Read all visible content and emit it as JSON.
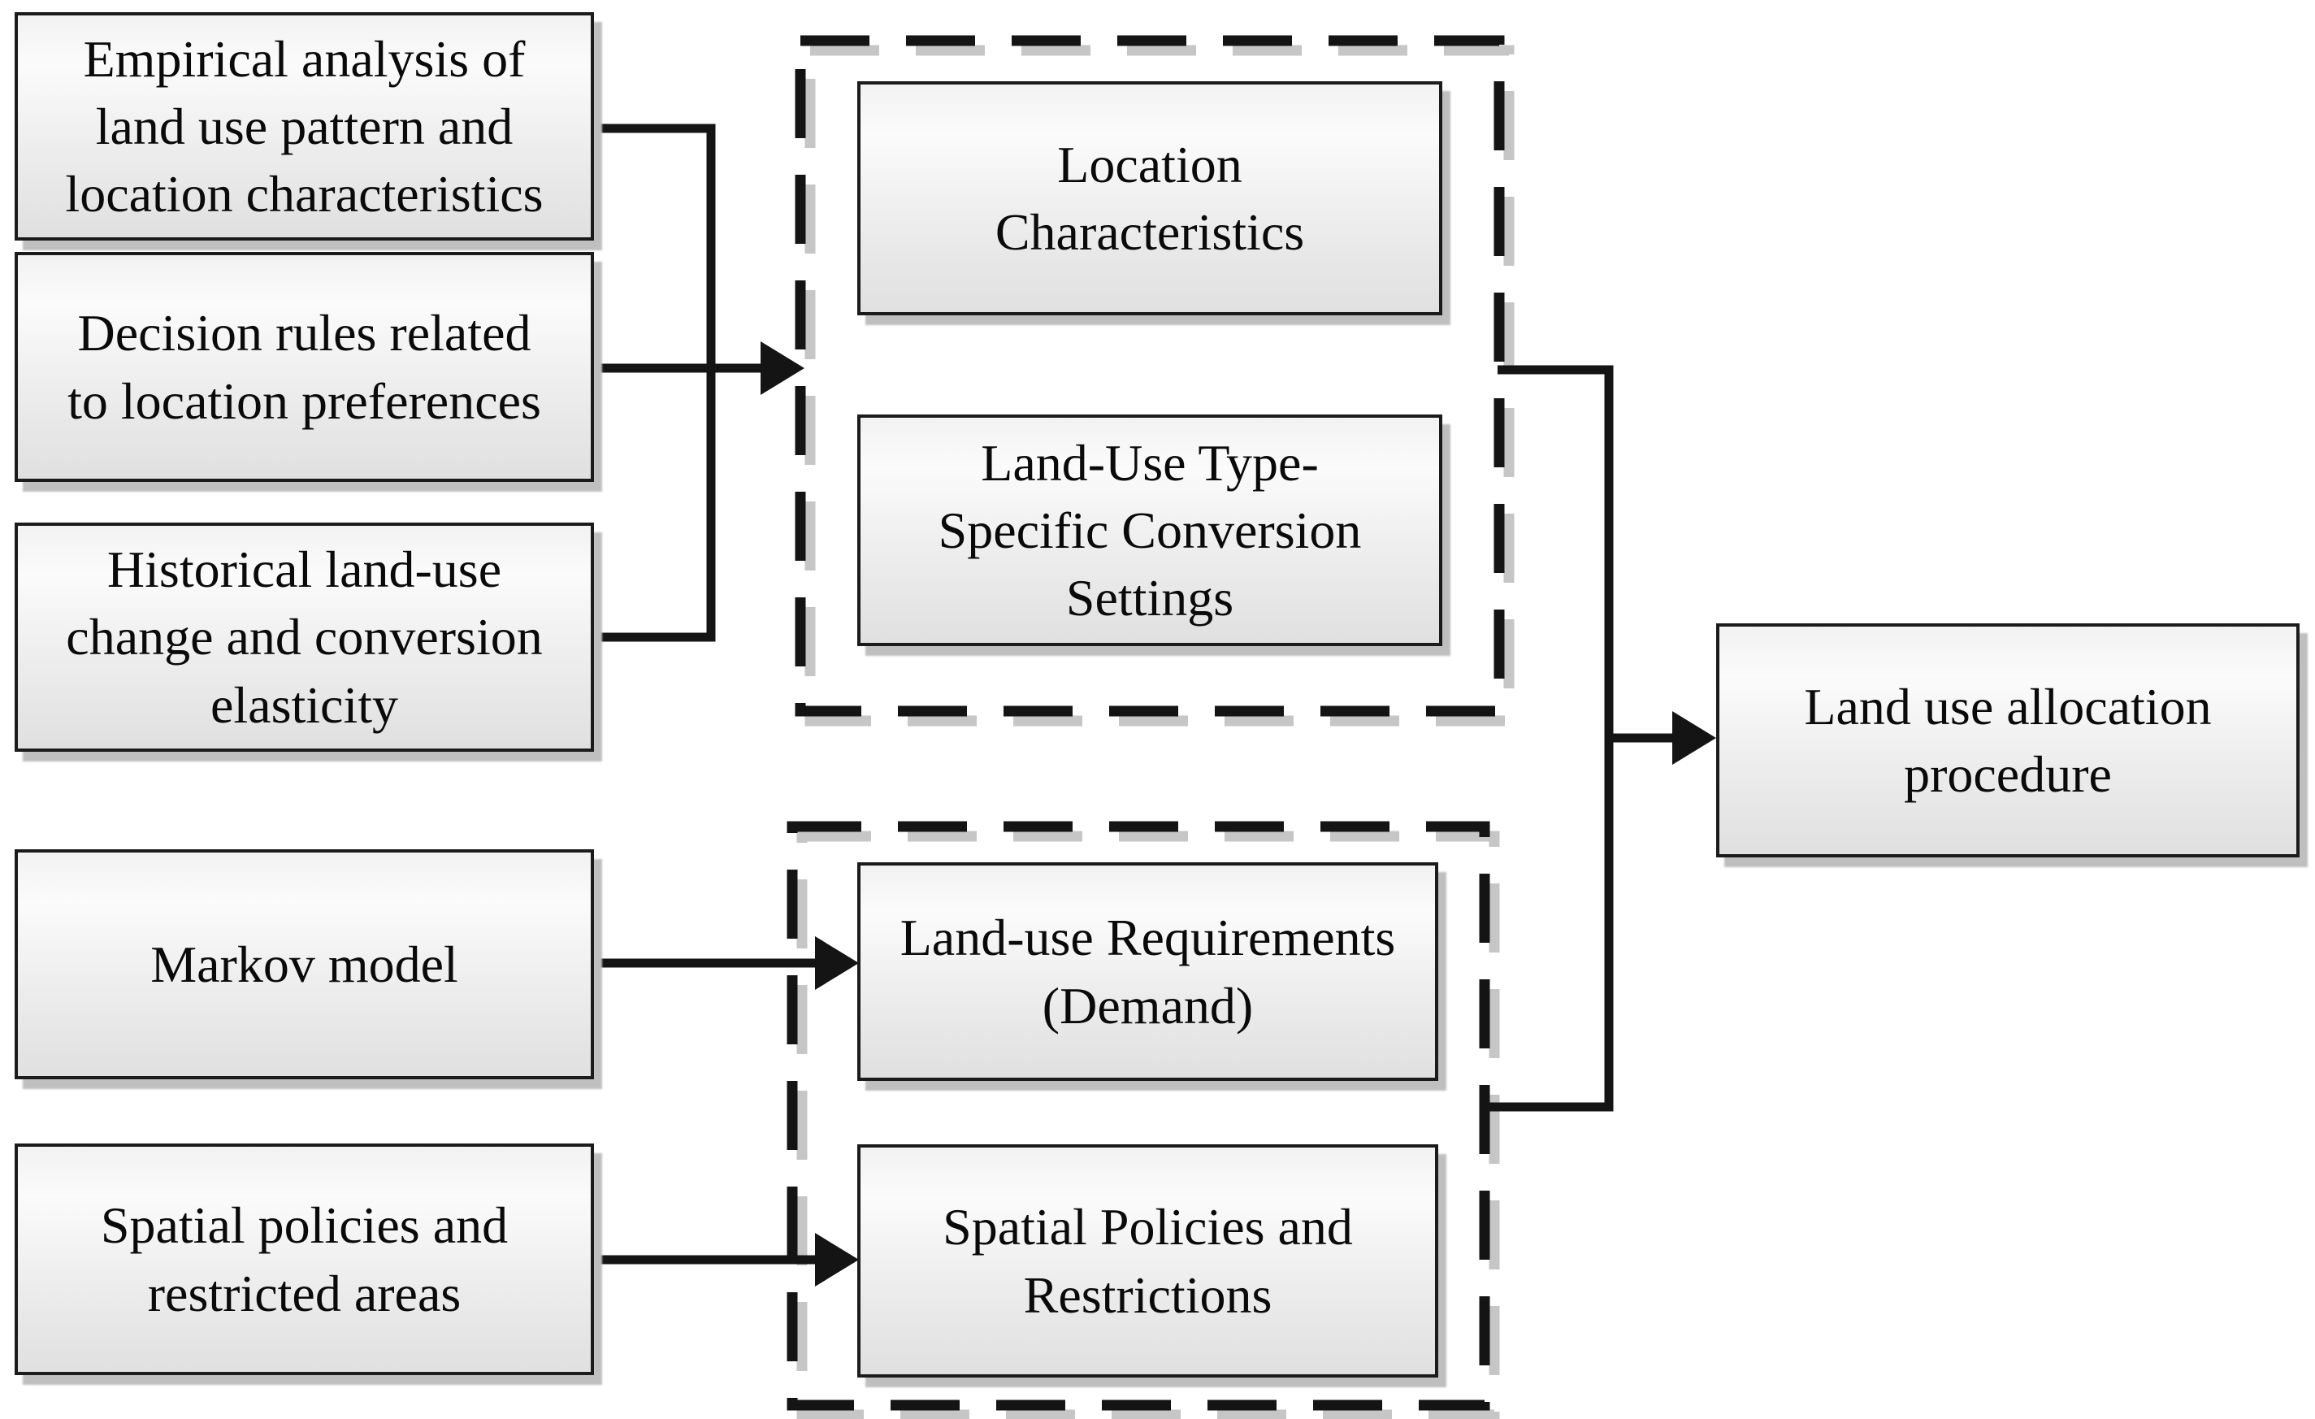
{
  "diagram": {
    "type": "flowchart",
    "background": "#ffffff",
    "colors": {
      "box_border": "#1b1b1b",
      "box_fill_top": "#f2f2f2",
      "box_fill_bottom": "#e0e0e0",
      "shadow": "#bfbfbf",
      "connector": "#141414",
      "dashed_border": "#141414"
    },
    "nodes": {
      "empirical_analysis": {
        "label": "Empirical analysis of\nland use pattern and\nlocation characteristics"
      },
      "decision_rules": {
        "label": "Decision rules related\nto location preferences"
      },
      "historical_change": {
        "label": "Historical land-use\nchange and conversion\nelasticity"
      },
      "markov_model": {
        "label": "Markov model"
      },
      "spatial_policies_input": {
        "label": "Spatial policies and\nrestricted areas"
      },
      "location_characteristics": {
        "label": "Location\nCharacteristics"
      },
      "conversion_settings": {
        "label": "Land-Use Type-\nSpecific Conversion\nSettings"
      },
      "landuse_requirements": {
        "label": "Land-use Requirements\n(Demand)"
      },
      "spatial_restrictions": {
        "label": "Spatial Policies and\nRestrictions"
      },
      "allocation_procedure": {
        "label": "Land use allocation\nprocedure"
      }
    }
  }
}
